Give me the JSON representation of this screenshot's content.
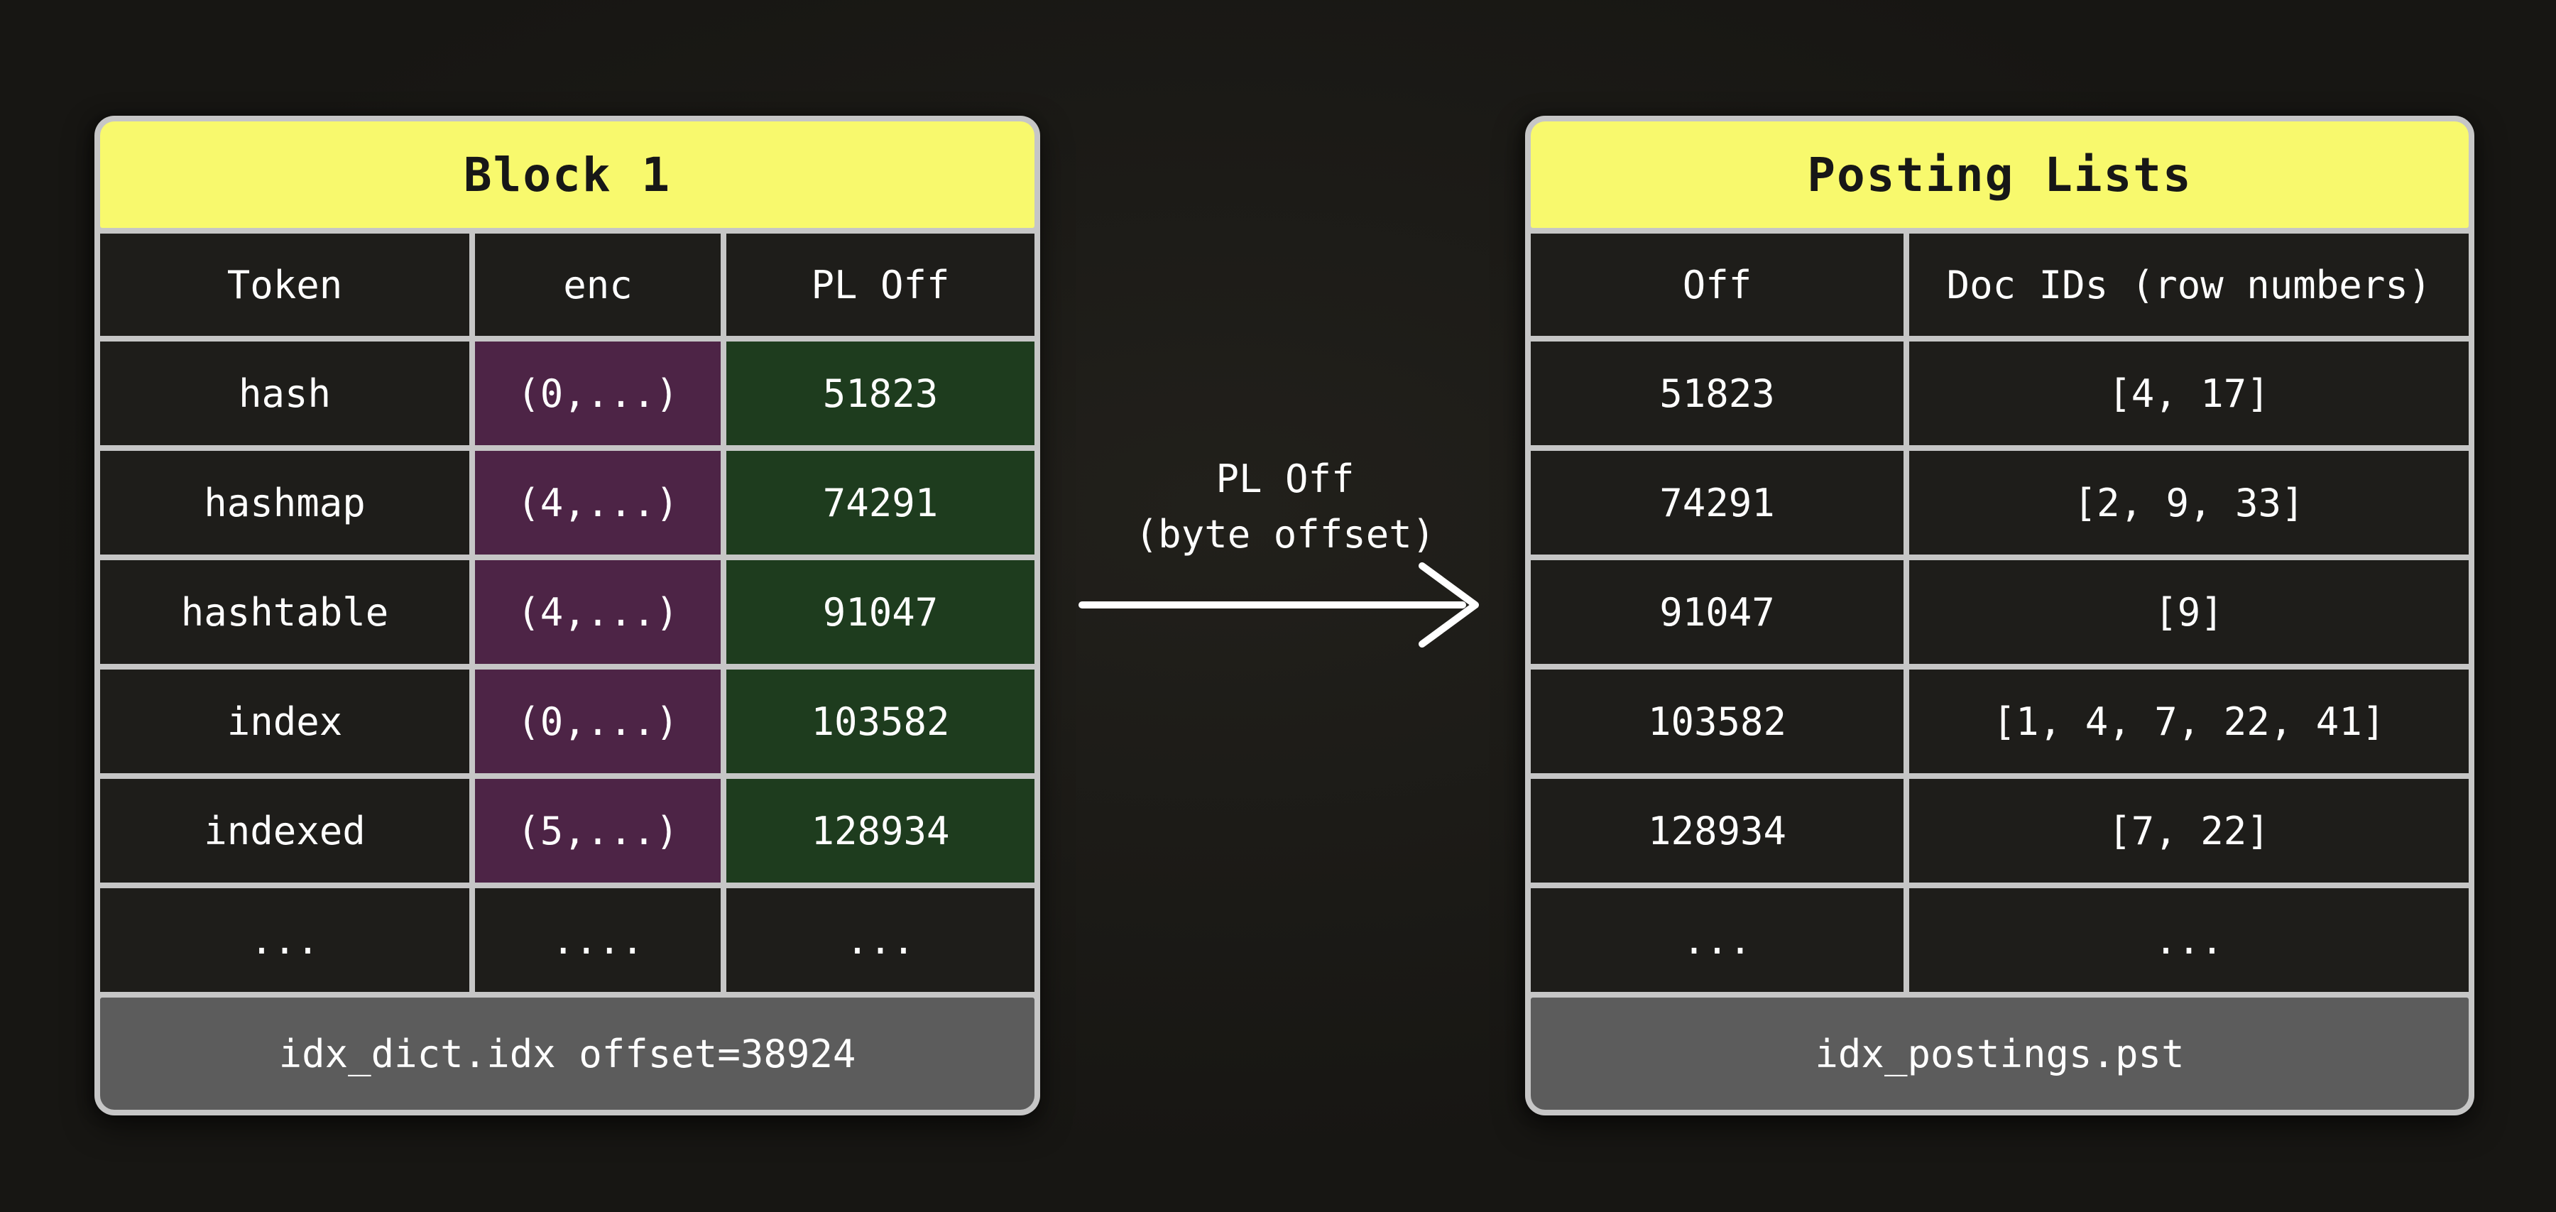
{
  "left_table": {
    "title": "Block 1",
    "columns": [
      "Token",
      "enc",
      "PL Off"
    ],
    "rows": [
      {
        "token": "hash",
        "enc": "(0,...)",
        "pl_off": "51823"
      },
      {
        "token": "hashmap",
        "enc": "(4,...)",
        "pl_off": "74291"
      },
      {
        "token": "hashtable",
        "enc": "(4,...)",
        "pl_off": "91047"
      },
      {
        "token": "index",
        "enc": "(0,...)",
        "pl_off": "103582"
      },
      {
        "token": "indexed",
        "enc": "(5,...)",
        "pl_off": "128934"
      },
      {
        "token": "...",
        "enc": "....",
        "pl_off": "..."
      }
    ],
    "footer": "idx_dict.idx offset=38924"
  },
  "arrow": {
    "label_line1": "PL Off",
    "label_line2": "(byte offset)"
  },
  "right_table": {
    "title": "Posting Lists",
    "columns": [
      "Off",
      "Doc IDs (row numbers)"
    ],
    "rows": [
      {
        "off": "51823",
        "doc_ids": "[4, 17]"
      },
      {
        "off": "74291",
        "doc_ids": "[2, 9, 33]"
      },
      {
        "off": "91047",
        "doc_ids": "[9]"
      },
      {
        "off": "103582",
        "doc_ids": "[1, 4, 7, 22, 41]"
      },
      {
        "off": "128934",
        "doc_ids": "[7, 22]"
      },
      {
        "off": "...",
        "doc_ids": "..."
      }
    ],
    "footer": "idx_postings.pst"
  },
  "colors": {
    "background": "#171613",
    "frame_gray": "#c6c6c6",
    "cell_dark": "#1e1d1a",
    "header_yellow": "#f8f96d",
    "enc_purple": "#4d2446",
    "offset_green": "#1e3c1e",
    "footer_gray": "#5c5c5c",
    "text_light": "#ffffff",
    "text_dark": "#171717"
  }
}
